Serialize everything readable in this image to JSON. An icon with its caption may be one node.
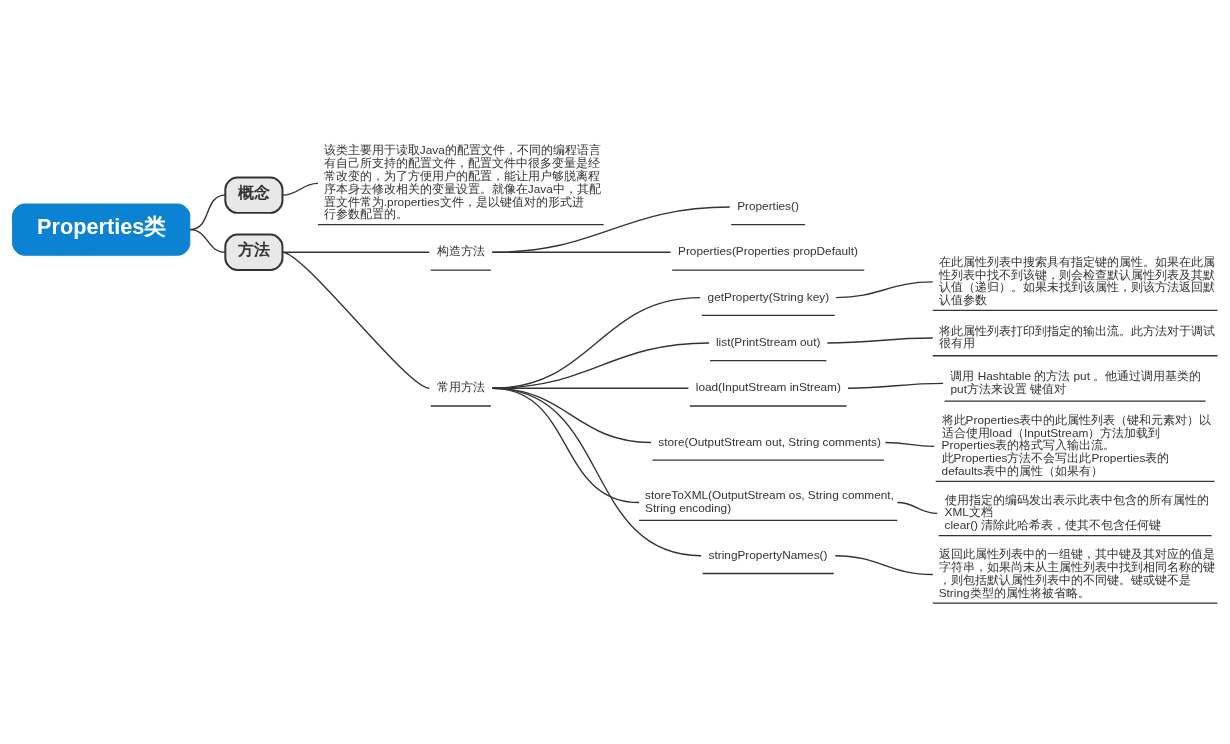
{
  "diagram": {
    "nodes": [
      {
        "text": [
          "Properties类"
        ]
      },
      {
        "text": [
          "概念"
        ]
      },
      {
        "text": [
          "该类主要用于读取Java的配置文件，不同的编程语言有自己所支持的配置文件，配置文件中很多变量是经常改变的，为了方便用户的配置，能让用户够脱离程序本身去修改相关的变量设置。就像在Java中，其配置文件常为.properties文件，是以键值对的形式进行参数配置的。"
        ]
      },
      {
        "text": [
          "方法"
        ]
      },
      {
        "text": [
          "构造方法"
        ]
      },
      {
        "text": [
          "Properties()"
        ]
      },
      {
        "text": [
          "Properties(Properties propDefault)"
        ]
      },
      {
        "text": [
          "常用方法"
        ]
      },
      {
        "text": [
          "getProperty(String key)"
        ]
      },
      {
        "text": [
          "在此属性列表中搜索具有指定键的属性。如果在此属性列表中找不到该键，则会检查默认属性列表及其默认值（递归）。如果未找到该属性，则该方法返回默认值参数"
        ]
      },
      {
        "text": [
          "list(PrintStream out)"
        ]
      },
      {
        "text": [
          "将此属性列表打印到指定的输出流。此方法对于调试很有用"
        ]
      },
      {
        "text": [
          "load(InputStream inStream)"
        ]
      },
      {
        "text": [
          "调用 Hashtable 的方法 put 。他通过调用基类的put方法来设置 键值对"
        ]
      },
      {
        "text": [
          "store(OutputStream out, String comments)"
        ]
      },
      {
        "text": [
          "将此Properties表中的此属性列表（键和元素对）以适合使用load（InputStream）方法加载到Properties表的格式写入输出流。",
          "此Properties方法不会写出此Properties表的defaults表中的属性（如果有）"
        ]
      },
      {
        "text": [
          "storeToXML(OutputStream os, String comment, String encoding)"
        ]
      },
      {
        "text": [
          "使用指定的编码发出表示此表中包含的所有属性的XML文档",
          "clear() 清除此哈希表，使其不包含任何键"
        ]
      },
      {
        "text": [
          "stringPropertyNames()"
        ]
      },
      {
        "text": [
          "返回此属性列表中的一组键，其中键及其对应的值是字符串，如果尚未从主属性列表中找到相同名称的键，则包括默认属性列表中的不同键。键或键不是String类型的属性将被省略。"
        ]
      }
    ],
    "edges": [
      {
        "from": 0,
        "to": 1,
        "arrow": "none"
      },
      {
        "from": 1,
        "to": 2,
        "arrow": "none"
      },
      {
        "from": 0,
        "to": 3,
        "arrow": "none"
      },
      {
        "from": 3,
        "to": 4,
        "arrow": "none"
      },
      {
        "from": 4,
        "to": 5,
        "arrow": "none"
      },
      {
        "from": 4,
        "to": 6,
        "arrow": "none"
      },
      {
        "from": 3,
        "to": 7,
        "arrow": "none"
      },
      {
        "from": 7,
        "to": 8,
        "arrow": "none"
      },
      {
        "from": 8,
        "to": 9,
        "arrow": "none"
      },
      {
        "from": 7,
        "to": 10,
        "arrow": "none"
      },
      {
        "from": 10,
        "to": 11,
        "arrow": "none"
      },
      {
        "from": 7,
        "to": 12,
        "arrow": "none"
      },
      {
        "from": 12,
        "to": 13,
        "arrow": "none"
      },
      {
        "from": 7,
        "to": 14,
        "arrow": "none"
      },
      {
        "from": 14,
        "to": 15,
        "arrow": "none"
      },
      {
        "from": 7,
        "to": 16,
        "arrow": "none"
      },
      {
        "from": 16,
        "to": 17,
        "arrow": "none"
      },
      {
        "from": 7,
        "to": 18,
        "arrow": "none"
      },
      {
        "from": 18,
        "to": 19,
        "arrow": "none"
      }
    ]
  }
}
